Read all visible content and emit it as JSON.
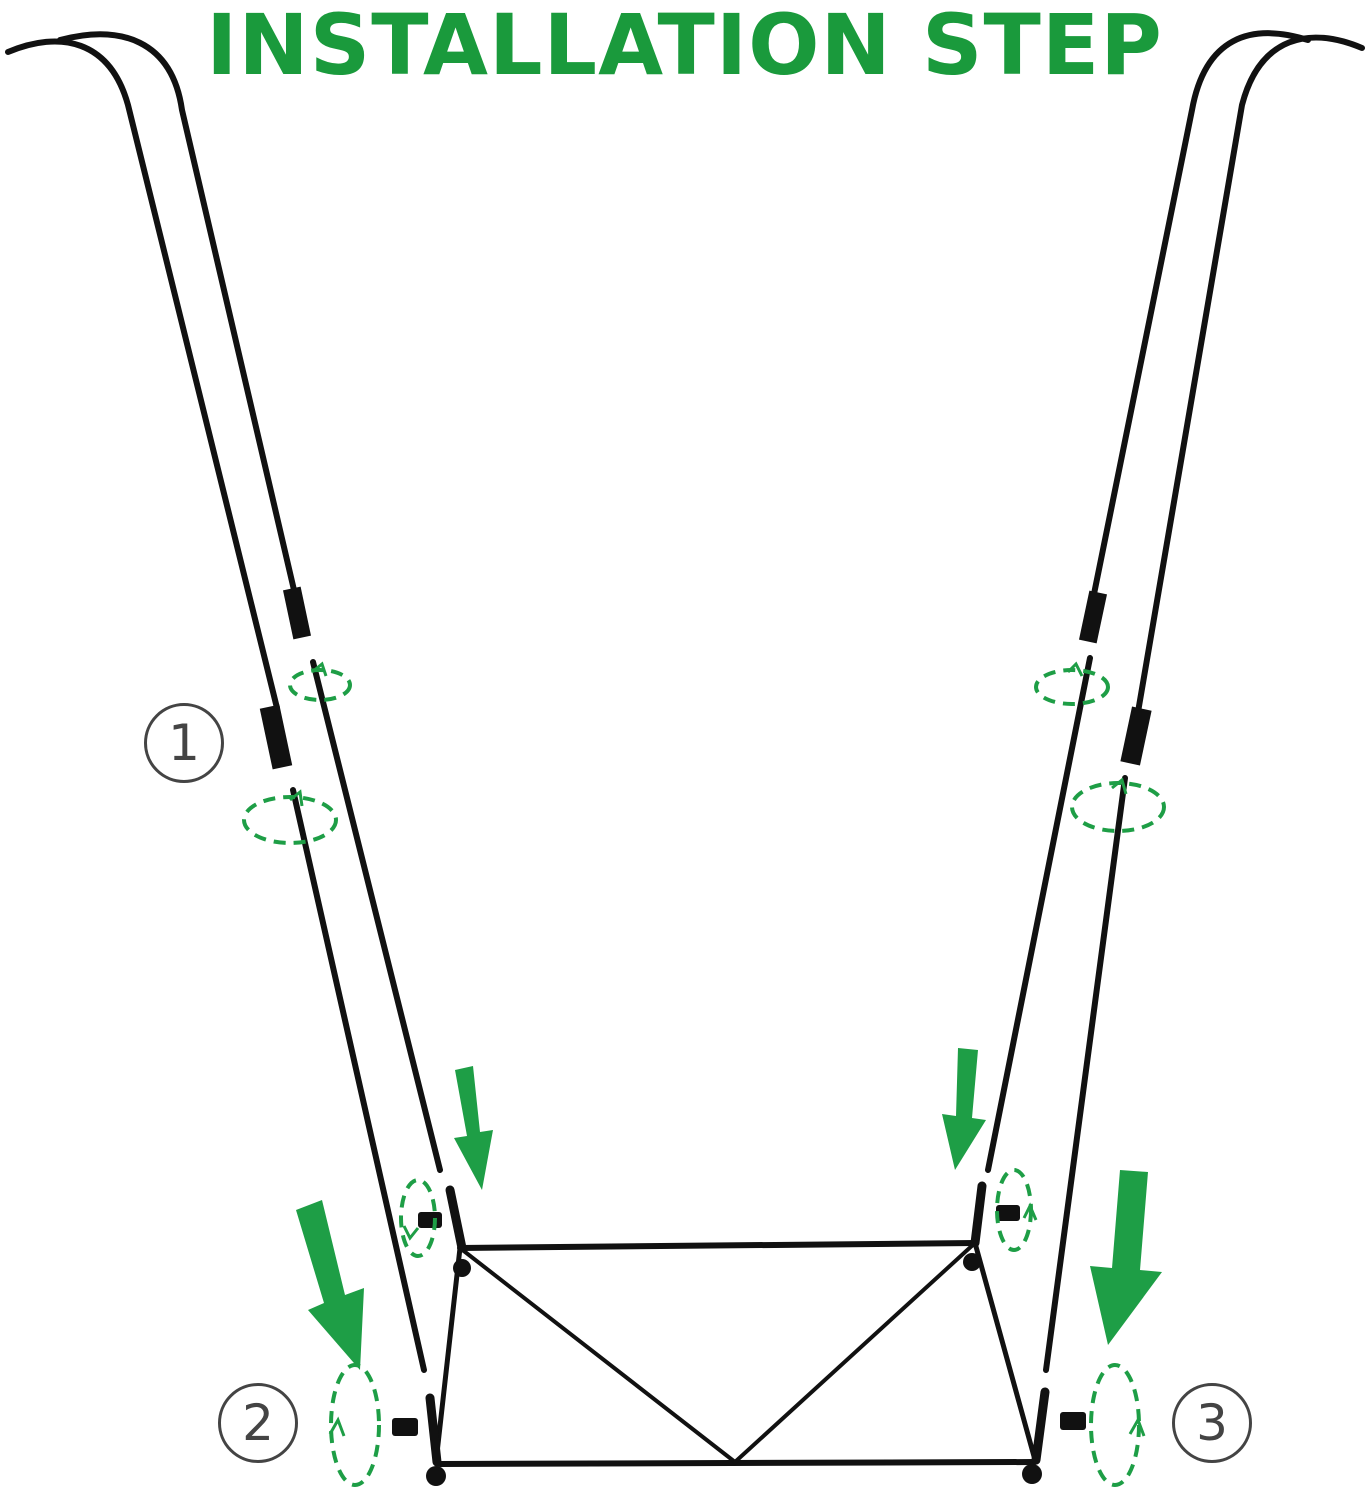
{
  "title": "INSTALLATION STEP",
  "steps": [
    "1",
    "2",
    "3"
  ],
  "colors": {
    "title_green": "#1a9a3c",
    "arrow_green": "#1e9e46",
    "rotate_green": "#1e9e46",
    "frame_black": "#111111",
    "label_gray": "#444444"
  },
  "icons": [
    "down-arrow-icon",
    "rotate-arrow-icon"
  ]
}
